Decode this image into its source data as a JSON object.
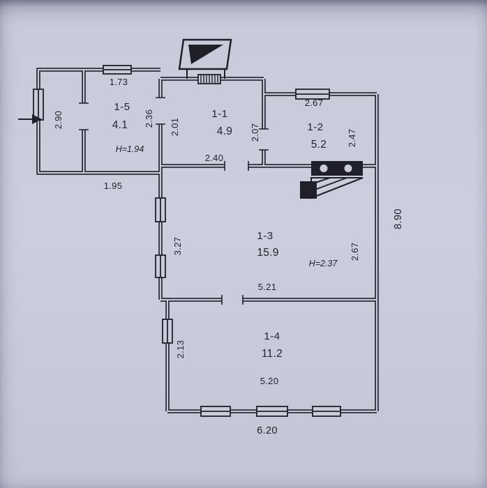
{
  "colors": {
    "paper": "#c9cbda",
    "ink": "#20202a"
  },
  "plan": {
    "rooms": {
      "r15": {
        "id": "1-5",
        "area": "4.1",
        "height": "H=1.94"
      },
      "r11": {
        "id": "1-1",
        "area": "4.9"
      },
      "r12": {
        "id": "1-2",
        "area": "5.2"
      },
      "r13": {
        "id": "1-3",
        "area": "15.9",
        "height": "H=2.37"
      },
      "r14": {
        "id": "1-4",
        "area": "11.2"
      }
    },
    "dims": {
      "wing_top": "1.73",
      "wing_right": "2.36",
      "porch_left": "2.90",
      "wing_bottom": "1.95",
      "r11_left": "2.01",
      "r11_right": "2.07",
      "r11_bottom": "2.40",
      "r12_top": "2.67",
      "r12_right": "2.47",
      "r13_left": "3.27",
      "r13_right": "2.67",
      "r13_bottom": "5.21",
      "r14_left": "2.13",
      "r14_bottom": "5.20",
      "total_bottom": "6.20",
      "total_right": "8.90"
    }
  }
}
